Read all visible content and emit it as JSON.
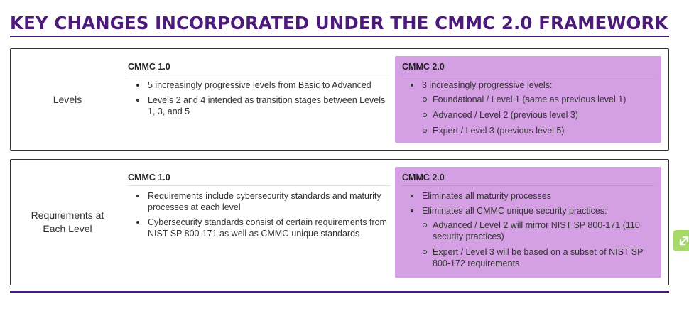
{
  "title": "KEY CHANGES INCORPORATED UNDER THE CMMC 2.0 FRAMEWORK",
  "rows": [
    {
      "label": "Levels",
      "old": {
        "heading": "CMMC 1.0",
        "items": [
          "5 increasingly progressive levels from Basic to Advanced",
          "Levels 2 and 4 intended as transition stages between Levels 1, 3, and 5"
        ]
      },
      "new": {
        "heading": "CMMC 2.0",
        "item": "3 increasingly progressive levels:",
        "subitems": [
          "Foundational / Level 1 (same as previous level 1)",
          "Advanced / Level 2 (previous level 3)",
          "Expert / Level 3 (previous level 5)"
        ]
      }
    },
    {
      "label_line1": "Requirements at",
      "label_line2": "Each Level",
      "old": {
        "heading": "CMMC 1.0",
        "items": [
          "Requirements include cybersecurity standards and maturity processes at each level",
          "Cybersecurity standards consist of certain requirements from NIST SP 800-171 as well as CMMC-unique standards"
        ]
      },
      "new": {
        "heading": "CMMC 2.0",
        "items": [
          "Eliminates all maturity processes",
          "Eliminates all CMMC unique security practices:"
        ],
        "subitems": [
          "Advanced / Level 2 will mirror NIST SP 800-171 (110 security practices)",
          "Expert / Level 3 will be based on a subset of NIST SP 800-172 requirements"
        ]
      }
    }
  ],
  "colors": {
    "title": "#4b1a7a",
    "new_panel": "#d49fe3",
    "badge": "#a6d96a"
  },
  "icons": {
    "side_badge": "expand-arrow-icon"
  }
}
